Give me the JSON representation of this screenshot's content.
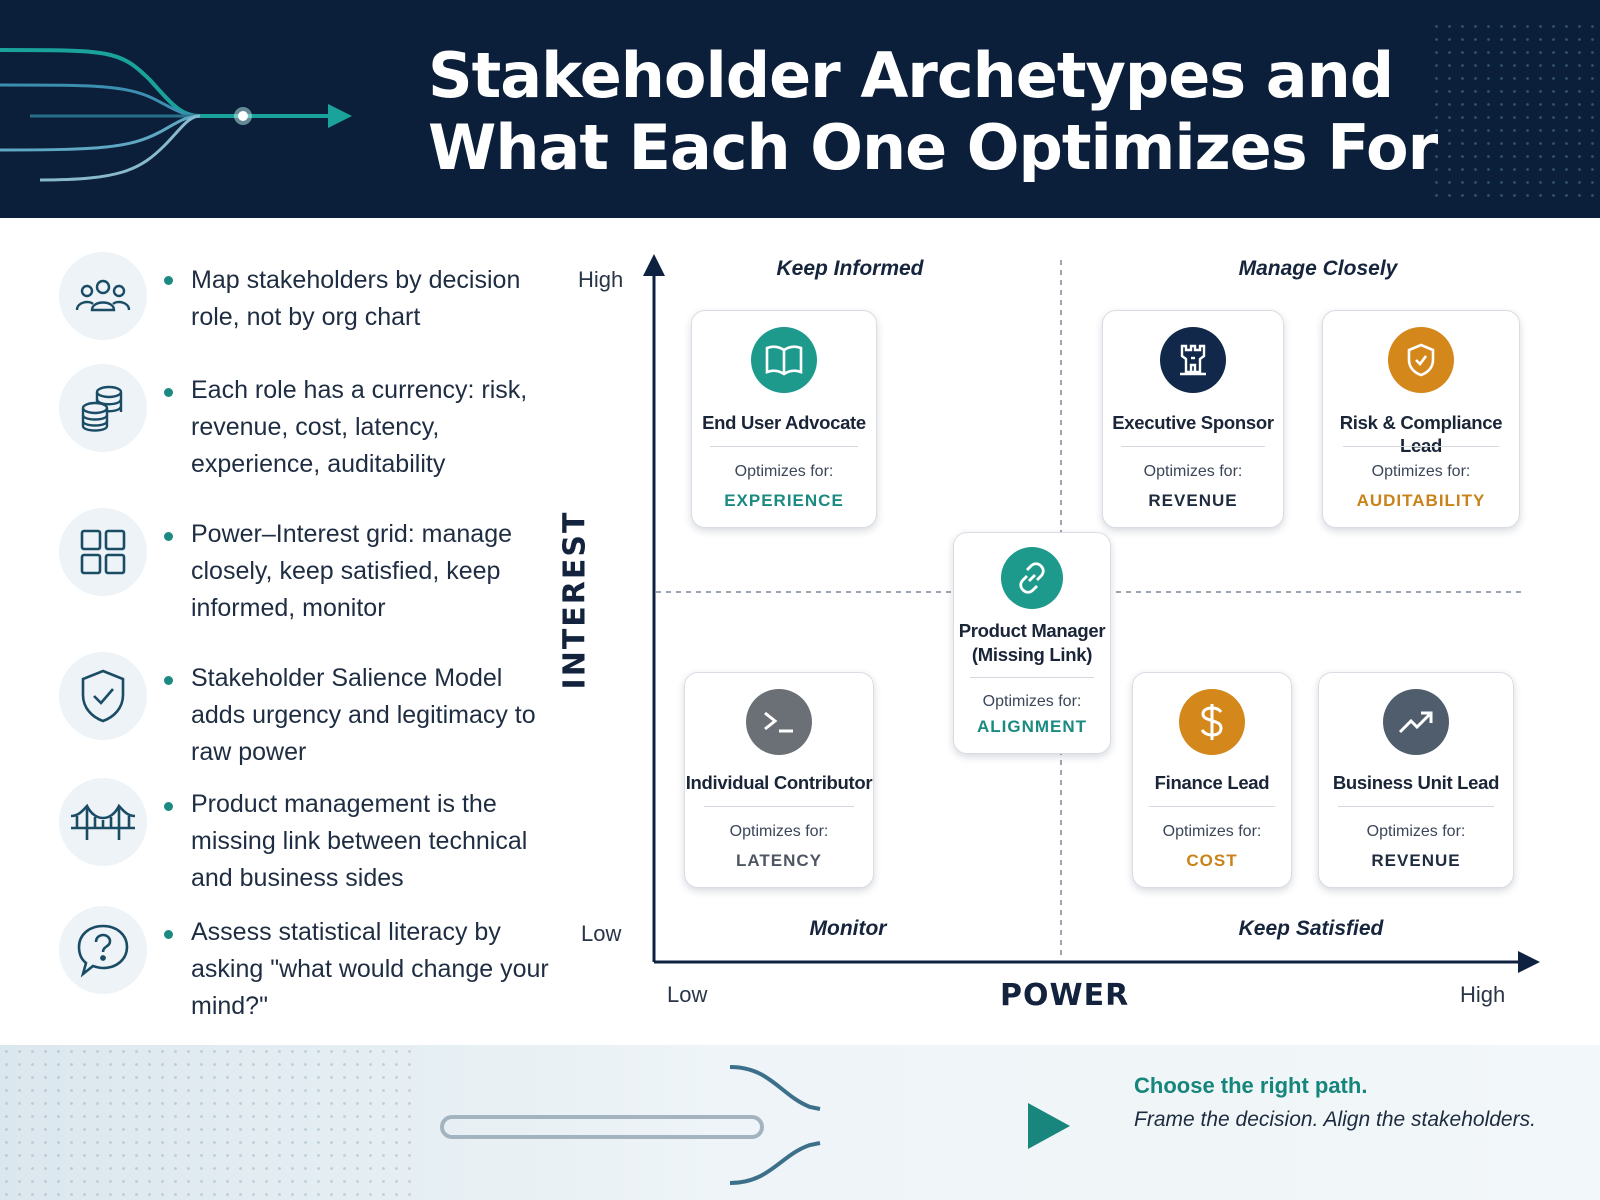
{
  "title_line1": "Stakeholder Archetypes and",
  "title_line2": "What Each One Optimizes For",
  "bullets": [
    {
      "icon": "people-group-icon",
      "text": "Map stakeholders by decision role, not by org chart"
    },
    {
      "icon": "coin-stack-icon",
      "text": "Each role has a currency: risk, revenue, cost, latency, experience, auditability"
    },
    {
      "icon": "grid-icon",
      "text": "Power–Interest grid: manage closely, keep satisfied, keep informed, monitor"
    },
    {
      "icon": "shield-check-icon",
      "text": "Stakeholder Salience Model adds urgency and legitimacy to raw power"
    },
    {
      "icon": "bridge-icon",
      "text": "Product management is the missing link between technical and business sides"
    },
    {
      "icon": "question-bubble-icon",
      "text": "Assess statistical literacy by asking \"what would change your mind?\""
    }
  ],
  "grid": {
    "y_axis_label": "INTEREST",
    "x_axis_label": "POWER",
    "y_high": "High",
    "y_low": "Low",
    "x_low": "Low",
    "x_high": "High",
    "quadrants": {
      "top_left": "Keep Informed",
      "top_right": "Manage Closely",
      "bottom_left": "Monitor",
      "bottom_right": "Keep Satisfied"
    }
  },
  "optimizes_label": "Optimizes for:",
  "cards": {
    "end_user": {
      "name": "End User Advocate",
      "value": "EXPERIENCE",
      "icon": "book-icon",
      "icon_color": "#1d9a8c",
      "value_color": "#1b8a80"
    },
    "exec_sponsor": {
      "name": "Executive Sponsor",
      "value": "REVENUE",
      "icon": "castle-tower-icon",
      "icon_color": "#12284a",
      "value_color": "#1f2b3e"
    },
    "risk": {
      "name": "Risk & Compliance Lead",
      "value": "AUDITABILITY",
      "icon": "shield-icon",
      "icon_color": "#d4881c",
      "value_color": "#c98218"
    },
    "pm": {
      "name_line1": "Product Manager",
      "name_line2": "(Missing Link)",
      "value": "ALIGNMENT",
      "icon": "link-icon",
      "icon_color": "#1d9a8c",
      "value_color": "#1b8a80"
    },
    "ic": {
      "name": "Individual Contributor",
      "value": "LATENCY",
      "icon": "terminal-icon",
      "icon_color": "#6b7077",
      "value_color": "#4e5663"
    },
    "finance": {
      "name": "Finance Lead",
      "value": "COST",
      "icon": "dollar-icon",
      "icon_color": "#d4881c",
      "value_color": "#c98218"
    },
    "bu": {
      "name": "Business Unit Lead",
      "value": "REVENUE",
      "icon": "trend-up-icon",
      "icon_color": "#4f5d6d",
      "value_color": "#1f2b3e"
    }
  },
  "footer": {
    "headline": "Choose the right path.",
    "subline": "Frame the decision. Align the stakeholders."
  }
}
